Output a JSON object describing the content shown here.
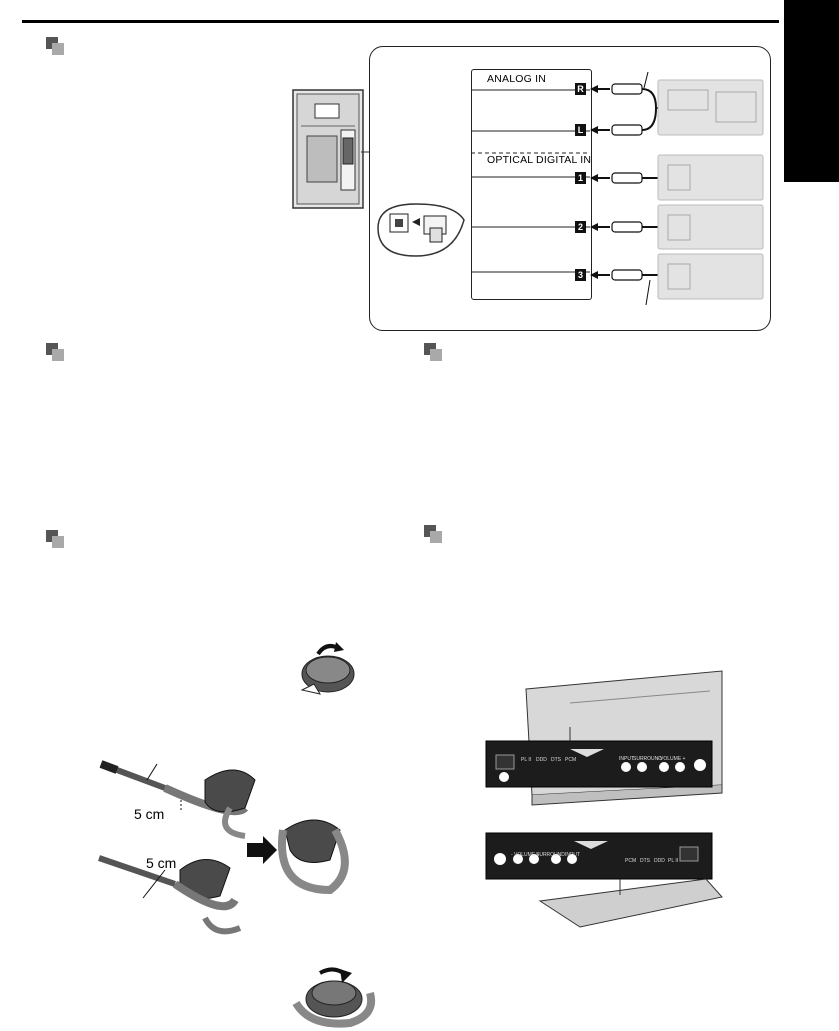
{
  "panel": {
    "analog_label": "ANALOG IN",
    "optical_label": "OPTICAL DIGITAL IN",
    "jacks": [
      "R",
      "L",
      "1",
      "2",
      "3"
    ]
  },
  "ferrite": {
    "distance_1": "5 cm",
    "distance_2": "5 cm"
  },
  "front_panel": {
    "indicators": [
      "PL II",
      "DDD",
      "DTS",
      "PCM"
    ],
    "buttons": [
      "INPUT",
      "SURROUND",
      "- VOLUME +"
    ]
  },
  "colors": {
    "ink": "#000000",
    "panel_dark": "#1a1a1a",
    "equipment_gray": "#cfcfcf"
  }
}
